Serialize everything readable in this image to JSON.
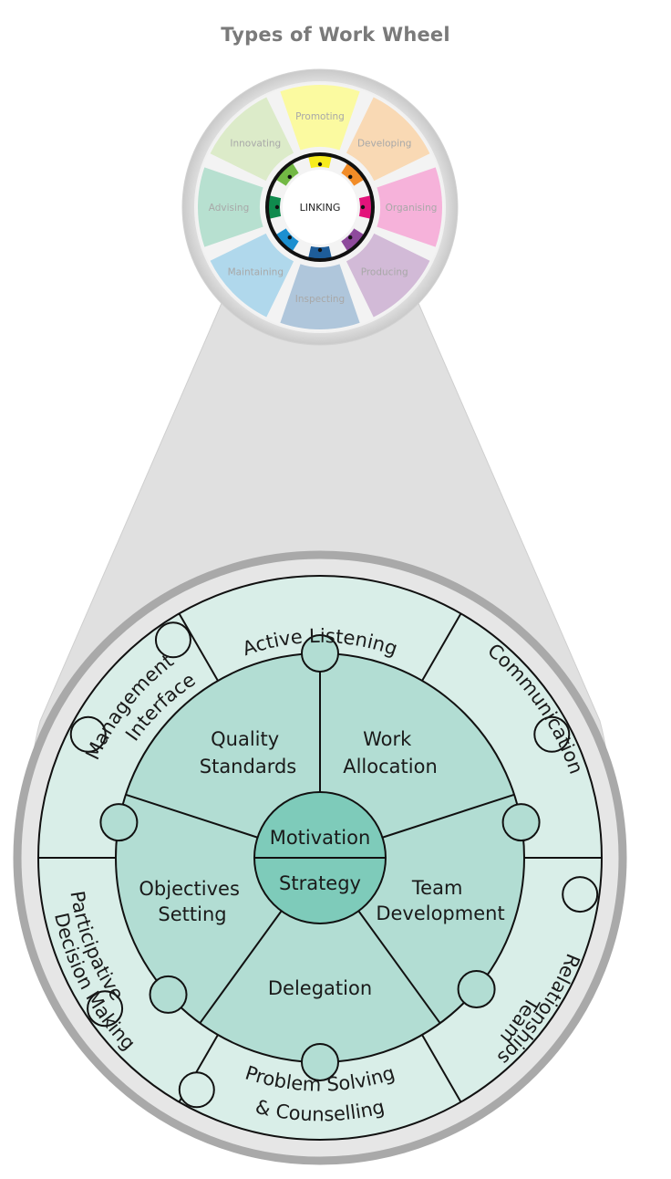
{
  "title": "Types of Work Wheel",
  "small_wheel": {
    "center": "LINKING",
    "segments": [
      {
        "label": "Promoting",
        "color": "#fbf98c",
        "chip": "#f7ec1c"
      },
      {
        "label": "Developing",
        "color": "#f8d1a4",
        "chip": "#f28c27"
      },
      {
        "label": "Organising",
        "color": "#f4a2d2",
        "chip": "#e3137b"
      },
      {
        "label": "Producing",
        "color": "#c9abcf",
        "chip": "#8e4a9c"
      },
      {
        "label": "Inspecting",
        "color": "#9ebad4",
        "chip": "#1e5d99"
      },
      {
        "label": "Maintaining",
        "color": "#9fd0e8",
        "chip": "#1c8fd0"
      },
      {
        "label": "Advising",
        "color": "#a8d9c6",
        "chip": "#0f8a4d"
      },
      {
        "label": "Innovating",
        "color": "#d5e7bd",
        "chip": "#72b844"
      }
    ]
  },
  "big_wheel": {
    "core_top": "Motivation",
    "core_bottom": "Strategy",
    "outer_ring": [
      {
        "lines": [
          "Active Listening"
        ]
      },
      {
        "lines": [
          "Communication"
        ]
      },
      {
        "lines": [
          "Team",
          "Relationships"
        ]
      },
      {
        "lines": [
          "Problem Solving",
          "& Counselling"
        ]
      },
      {
        "lines": [
          "Participative",
          "Decision Making"
        ]
      },
      {
        "lines": [
          "Interface",
          "Management"
        ]
      }
    ],
    "inner_ring": [
      {
        "lines": [
          "Work",
          "Allocation"
        ]
      },
      {
        "lines": [
          "Team",
          "Development"
        ]
      },
      {
        "lines": [
          "Delegation"
        ]
      },
      {
        "lines": [
          "Objectives",
          "Setting"
        ]
      },
      {
        "lines": [
          "Quality",
          "Standards"
        ]
      }
    ],
    "colors": {
      "outer_fill": "#d9eee8",
      "inner_fill": "#b2ddd3",
      "core_fill": "#7ecbba",
      "rim": "#a9a9a9"
    }
  }
}
